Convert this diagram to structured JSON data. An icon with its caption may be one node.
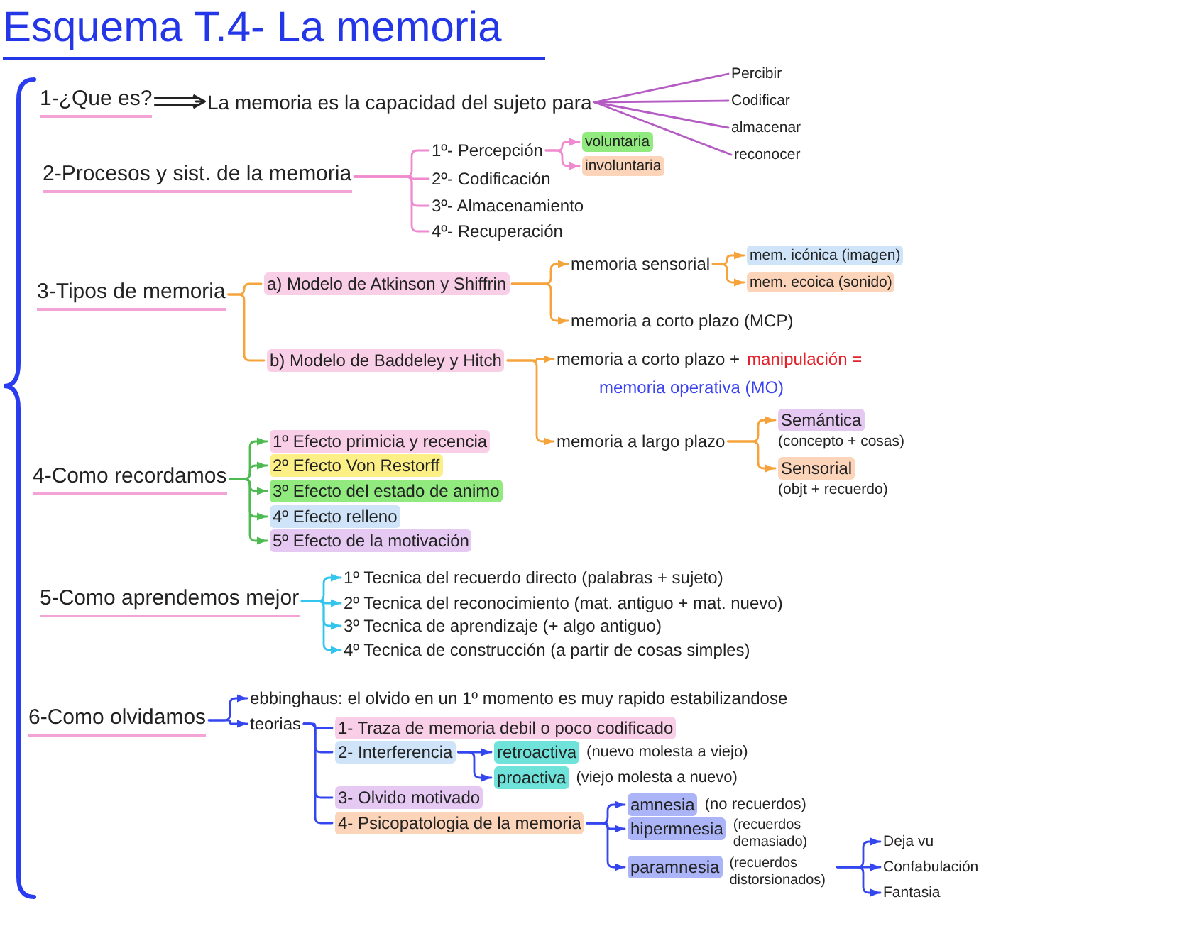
{
  "diagram": {
    "title": "Esquema T.4- La memoria",
    "nodes": [
      {
        "text": [
          "1-¿Que es?"
        ]
      },
      {
        "text": [
          "La memoria es la capacidad del sujeto para"
        ]
      },
      {
        "text": [
          "Percibir"
        ]
      },
      {
        "text": [
          "Codificar"
        ]
      },
      {
        "text": [
          "almacenar"
        ]
      },
      {
        "text": [
          "reconocer"
        ]
      },
      {
        "text": [
          "2-Procesos y sist. de la memoria"
        ]
      },
      {
        "text": [
          "1º- Percepción"
        ]
      },
      {
        "text": [
          "voluntaria"
        ]
      },
      {
        "text": [
          "involuntaria"
        ]
      },
      {
        "text": [
          "2º- Codificación"
        ]
      },
      {
        "text": [
          "3º- Almacenamiento"
        ]
      },
      {
        "text": [
          "4º- Recuperación"
        ]
      },
      {
        "text": [
          "3-Tipos de memoria"
        ]
      },
      {
        "text": [
          "a) Modelo de Atkinson y Shiffrin"
        ]
      },
      {
        "text": [
          "memoria sensorial"
        ]
      },
      {
        "text": [
          "mem. icónica (imagen)"
        ]
      },
      {
        "text": [
          "mem. ecoica (sonido)"
        ]
      },
      {
        "text": [
          "memoria a corto plazo (MCP)"
        ]
      },
      {
        "text": [
          "b) Modelo de Baddeley y Hitch"
        ]
      },
      {
        "text": [
          "memoria a corto plazo +",
          "manipulación =",
          "memoria operativa (MO)"
        ]
      },
      {
        "text": [
          "memoria a largo plazo"
        ]
      },
      {
        "text": [
          "Semántica",
          "(concepto + cosas)"
        ]
      },
      {
        "text": [
          "Sensorial",
          "(objt + recuerdo)"
        ]
      },
      {
        "text": [
          "4-Como recordamos"
        ]
      },
      {
        "text": [
          "1º Efecto primicia y recencia"
        ]
      },
      {
        "text": [
          "2º Efecto Von Restorff"
        ]
      },
      {
        "text": [
          "3º Efecto del estado de animo"
        ]
      },
      {
        "text": [
          "4º Efecto relleno"
        ]
      },
      {
        "text": [
          "5º Efecto de la motivación"
        ]
      },
      {
        "text": [
          "5-Como aprendemos mejor"
        ]
      },
      {
        "text": [
          "1º Tecnica del recuerdo directo (palabras + sujeto)"
        ]
      },
      {
        "text": [
          "2º Tecnica del reconocimiento (mat. antiguo + mat. nuevo)"
        ]
      },
      {
        "text": [
          "3º Tecnica de aprendizaje (+ algo antiguo)"
        ]
      },
      {
        "text": [
          "4º Tecnica de construcción (a partir de cosas simples)"
        ]
      },
      {
        "text": [
          "6-Como olvidamos"
        ]
      },
      {
        "text": [
          "ebbinghaus: el olvido en un 1º momento es muy rapido estabilizandose"
        ]
      },
      {
        "text": [
          "teorias"
        ]
      },
      {
        "text": [
          "1- Traza de memoria debil o poco codificado"
        ]
      },
      {
        "text": [
          "2- Interferencia"
        ]
      },
      {
        "text": [
          "retroactiva",
          "(nuevo molesta a viejo)"
        ]
      },
      {
        "text": [
          "proactiva",
          "(viejo molesta a nuevo)"
        ]
      },
      {
        "text": [
          "3- Olvido motivado"
        ]
      },
      {
        "text": [
          "4- Psicopatologia de la memoria"
        ]
      },
      {
        "text": [
          "amnesia",
          "(no recuerdos)"
        ]
      },
      {
        "text": [
          "hipermnesia",
          "(recuerdos demasiado)"
        ]
      },
      {
        "text": [
          "paramnesia",
          "(recuerdos distorsionados)"
        ]
      },
      {
        "text": [
          "Deja vu"
        ]
      },
      {
        "text": [
          "Confabulación"
        ]
      },
      {
        "text": [
          "Fantasia"
        ]
      }
    ],
    "edges": [
      {
        "from": 0,
        "to": 1,
        "arrow": "to",
        "color": "#222222"
      },
      {
        "from": 1,
        "to": 2,
        "arrow": "none",
        "color": "#b45cc4"
      },
      {
        "from": 1,
        "to": 3,
        "arrow": "none",
        "color": "#b45cc4"
      },
      {
        "from": 1,
        "to": 4,
        "arrow": "none",
        "color": "#b45cc4"
      },
      {
        "from": 1,
        "to": 5,
        "arrow": "none",
        "color": "#b45cc4"
      },
      {
        "from": 6,
        "to": 7,
        "arrow": "none",
        "color": "#f08ad0"
      },
      {
        "from": 6,
        "to": 10,
        "arrow": "none",
        "color": "#f08ad0"
      },
      {
        "from": 6,
        "to": 11,
        "arrow": "none",
        "color": "#f08ad0"
      },
      {
        "from": 6,
        "to": 12,
        "arrow": "none",
        "color": "#f08ad0"
      },
      {
        "from": 7,
        "to": 8,
        "arrow": "to",
        "color": "#f08ad0"
      },
      {
        "from": 7,
        "to": 9,
        "arrow": "to",
        "color": "#f08ad0"
      },
      {
        "from": 13,
        "to": 14,
        "arrow": "none",
        "color": "#f5a33a"
      },
      {
        "from": 13,
        "to": 19,
        "arrow": "none",
        "color": "#f5a33a"
      },
      {
        "from": 14,
        "to": 15,
        "arrow": "to",
        "color": "#f5a33a"
      },
      {
        "from": 14,
        "to": 18,
        "arrow": "to",
        "color": "#f5a33a"
      },
      {
        "from": 15,
        "to": 16,
        "arrow": "to",
        "color": "#f5a33a"
      },
      {
        "from": 15,
        "to": 17,
        "arrow": "to",
        "color": "#f5a33a"
      },
      {
        "from": 19,
        "to": 20,
        "arrow": "to",
        "color": "#f5a33a"
      },
      {
        "from": 19,
        "to": 21,
        "arrow": "to",
        "color": "#f5a33a"
      },
      {
        "from": 21,
        "to": 22,
        "arrow": "to",
        "color": "#f5a33a"
      },
      {
        "from": 21,
        "to": 23,
        "arrow": "to",
        "color": "#f5a33a"
      },
      {
        "from": 24,
        "to": 25,
        "arrow": "to",
        "color": "#4dbb52"
      },
      {
        "from": 24,
        "to": 26,
        "arrow": "to",
        "color": "#4dbb52"
      },
      {
        "from": 24,
        "to": 27,
        "arrow": "to",
        "color": "#4dbb52"
      },
      {
        "from": 24,
        "to": 28,
        "arrow": "to",
        "color": "#4dbb52"
      },
      {
        "from": 24,
        "to": 29,
        "arrow": "to",
        "color": "#4dbb52"
      },
      {
        "from": 30,
        "to": 31,
        "arrow": "to",
        "color": "#33c5ee"
      },
      {
        "from": 30,
        "to": 32,
        "arrow": "to",
        "color": "#33c5ee"
      },
      {
        "from": 30,
        "to": 33,
        "arrow": "to",
        "color": "#33c5ee"
      },
      {
        "from": 30,
        "to": 34,
        "arrow": "to",
        "color": "#33c5ee"
      },
      {
        "from": 35,
        "to": 36,
        "arrow": "to"
      },
      {
        "from": 35,
        "to": 37,
        "arrow": "to"
      },
      {
        "from": 37,
        "to": 38,
        "arrow": "none"
      },
      {
        "from": 37,
        "to": 39,
        "arrow": "none"
      },
      {
        "from": 37,
        "to": 42,
        "arrow": "none"
      },
      {
        "from": 37,
        "to": 43,
        "arrow": "none"
      },
      {
        "from": 39,
        "to": 40,
        "arrow": "to"
      },
      {
        "from": 39,
        "to": 41,
        "arrow": "to"
      },
      {
        "from": 43,
        "to": 44,
        "arrow": "to"
      },
      {
        "from": 43,
        "to": 45,
        "arrow": "to"
      },
      {
        "from": 43,
        "to": 46,
        "arrow": "to"
      },
      {
        "from": 46,
        "to": 47,
        "arrow": "to"
      },
      {
        "from": 46,
        "to": 48,
        "arrow": "to"
      },
      {
        "from": 46,
        "to": 49,
        "arrow": "to"
      }
    ]
  }
}
